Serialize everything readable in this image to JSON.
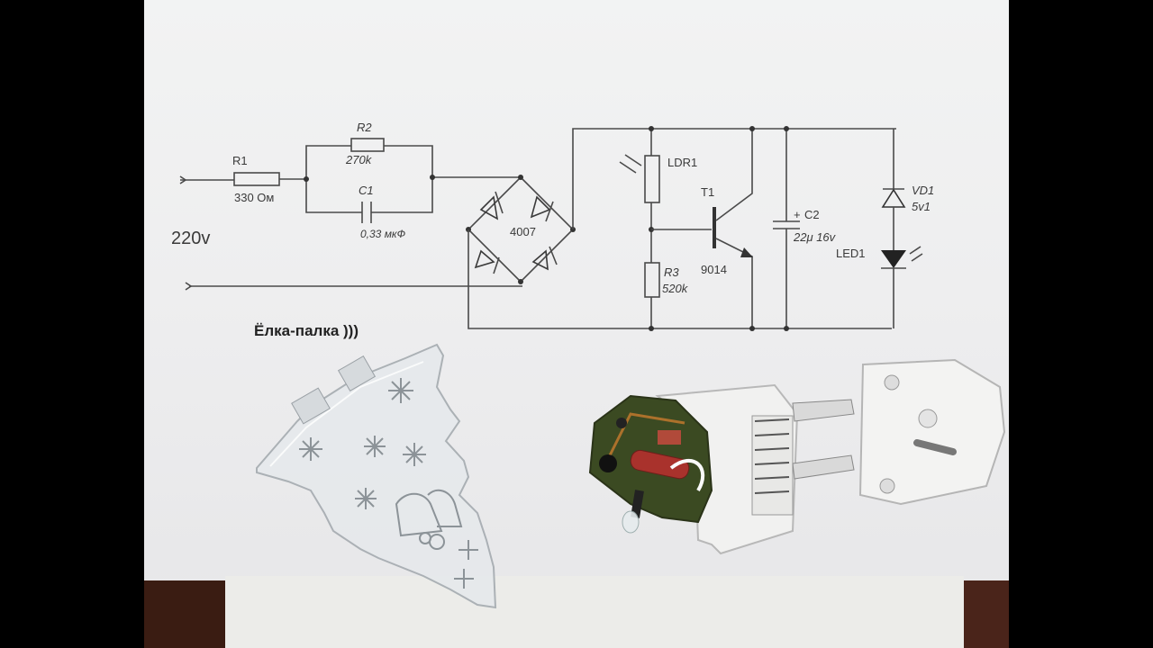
{
  "schematic": {
    "input_voltage": "220v",
    "r1": {
      "ref": "R1",
      "value": "330 Ом"
    },
    "r2": {
      "ref": "R2",
      "value": "270k"
    },
    "c1": {
      "ref": "C1",
      "value": "0,33 мкФ"
    },
    "bridge": {
      "value": "4007"
    },
    "ldr": {
      "ref": "LDR1"
    },
    "r3": {
      "ref": "R3",
      "value": "520k"
    },
    "t1": {
      "ref": "T1",
      "value": "9014"
    },
    "c2": {
      "ref": "C2",
      "plus": "+",
      "value": "22μ 16v"
    },
    "vd1": {
      "ref": "VD1",
      "value": "5v1"
    },
    "led1": {
      "ref": "LED1"
    }
  },
  "caption": "Ёлка-палка )))",
  "photo": {
    "paper_color": "#efefef",
    "table_color": "#3a1c12",
    "pcb_color": "#3b4a22",
    "housing_color": "#f2f2f2"
  }
}
